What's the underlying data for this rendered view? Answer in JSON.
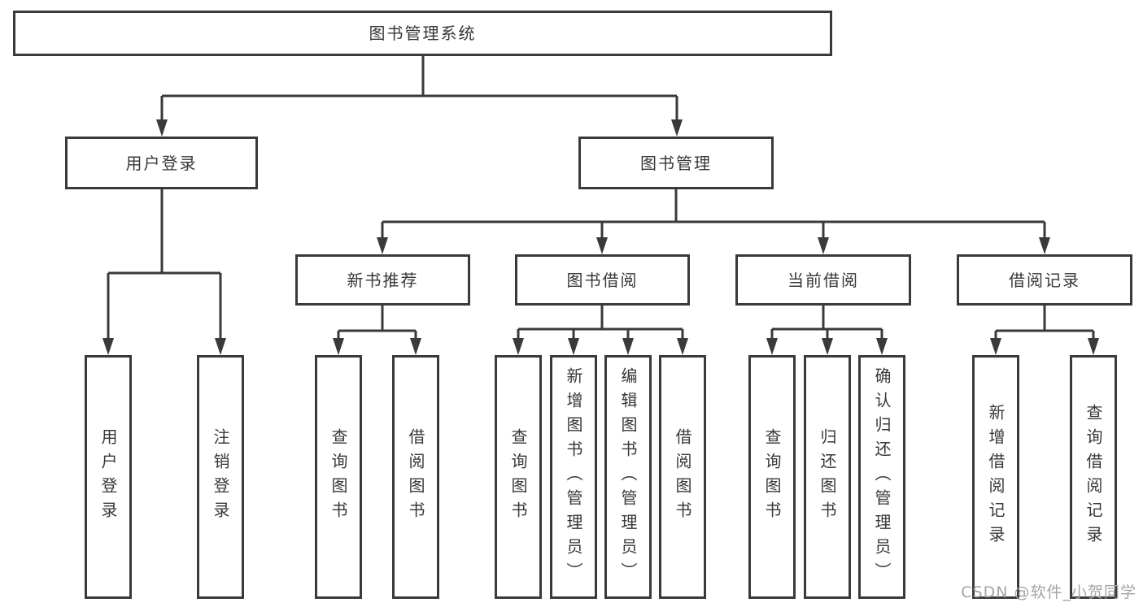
{
  "colors": {
    "line": "#3a3a3a",
    "box_border": "#3a3a3a",
    "text": "#383838",
    "background": "#ffffff",
    "watermark": "#a4a4a4"
  },
  "watermark": "CSDN @软件_小贺同学",
  "tree": {
    "root": {
      "label": "图书管理系统"
    },
    "branches": [
      {
        "label": "用户登录",
        "children": [
          {
            "label": "用户登录"
          },
          {
            "label": "注销登录"
          }
        ]
      },
      {
        "label": "图书管理",
        "groups": [
          {
            "label": "新书推荐",
            "children": [
              {
                "label": "查询图书"
              },
              {
                "label": "借阅图书"
              }
            ]
          },
          {
            "label": "图书借阅",
            "children": [
              {
                "label": "查询图书"
              },
              {
                "label": "新增图书（管理员）"
              },
              {
                "label": "编辑图书（管理员）"
              },
              {
                "label": "借阅图书"
              }
            ]
          },
          {
            "label": "当前借阅",
            "children": [
              {
                "label": "查询图书"
              },
              {
                "label": "归还图书"
              },
              {
                "label": "确认归还（管理员）"
              }
            ]
          },
          {
            "label": "借阅记录",
            "children": [
              {
                "label": "新增借阅记录"
              },
              {
                "label": "查询借阅记录"
              }
            ]
          }
        ]
      }
    ]
  }
}
